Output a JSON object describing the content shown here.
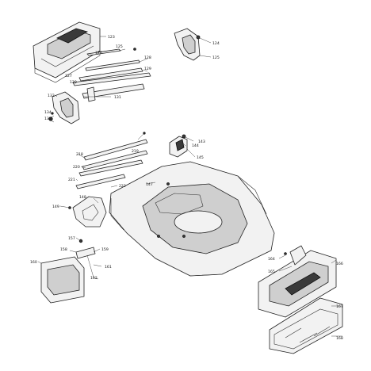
{
  "callouts": [
    {
      "id": "c123",
      "text": "123"
    },
    {
      "id": "c124",
      "text": "124"
    },
    {
      "id": "c125a",
      "text": "125"
    },
    {
      "id": "c125b",
      "text": "125"
    },
    {
      "id": "c126",
      "text": "126"
    },
    {
      "id": "c127",
      "text": "127"
    },
    {
      "id": "c128",
      "text": "128"
    },
    {
      "id": "c129",
      "text": "129"
    },
    {
      "id": "c130",
      "text": "130"
    },
    {
      "id": "c131",
      "text": "131"
    },
    {
      "id": "c132",
      "text": "132"
    },
    {
      "id": "c133",
      "text": "133"
    },
    {
      "id": "c134",
      "text": "134"
    },
    {
      "id": "c143",
      "text": "143"
    },
    {
      "id": "c144",
      "text": "144"
    },
    {
      "id": "c145",
      "text": "145"
    },
    {
      "id": "c147",
      "text": "147"
    },
    {
      "id": "c148",
      "text": "148"
    },
    {
      "id": "c149",
      "text": "149"
    },
    {
      "id": "c157",
      "text": "157"
    },
    {
      "id": "c158",
      "text": "158"
    },
    {
      "id": "c159",
      "text": "159"
    },
    {
      "id": "c160",
      "text": "160"
    },
    {
      "id": "c161",
      "text": "161"
    },
    {
      "id": "c162",
      "text": "162"
    },
    {
      "id": "c164",
      "text": "164"
    },
    {
      "id": "c165",
      "text": "165"
    },
    {
      "id": "c166",
      "text": "166"
    },
    {
      "id": "c167",
      "text": "167"
    },
    {
      "id": "c168",
      "text": "168"
    },
    {
      "id": "c218",
      "text": "218"
    },
    {
      "id": "c219",
      "text": "219"
    },
    {
      "id": "c220",
      "text": "220"
    },
    {
      "id": "c221",
      "text": "221"
    },
    {
      "id": "c222",
      "text": "222"
    }
  ]
}
